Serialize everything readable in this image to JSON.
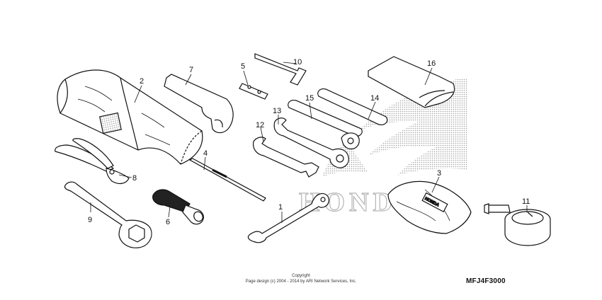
{
  "diagram": {
    "callouts": [
      {
        "id": "1",
        "label": "1"
      },
      {
        "id": "2",
        "label": "2"
      },
      {
        "id": "3",
        "label": "3"
      },
      {
        "id": "4",
        "label": "4"
      },
      {
        "id": "5",
        "label": "5"
      },
      {
        "id": "6",
        "label": "6"
      },
      {
        "id": "7",
        "label": "7"
      },
      {
        "id": "8",
        "label": "8"
      },
      {
        "id": "9",
        "label": "9"
      },
      {
        "id": "10",
        "label": "10"
      },
      {
        "id": "11",
        "label": "11"
      },
      {
        "id": "12",
        "label": "12"
      },
      {
        "id": "13",
        "label": "13"
      },
      {
        "id": "14",
        "label": "14"
      },
      {
        "id": "15",
        "label": "15"
      },
      {
        "id": "16",
        "label": "16"
      }
    ],
    "watermark_text": "HONDA",
    "pouch_label": "HONDA"
  },
  "footer": {
    "copyright_line1": "Copyright",
    "copyright_line2": "Page design (c) 2004 - 2014 by ARI Network Services, Inc.",
    "diagram_code": "MFJ4F3000"
  }
}
